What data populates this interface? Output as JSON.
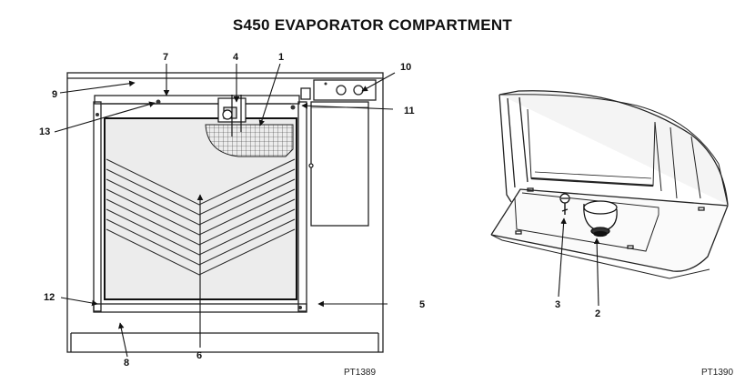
{
  "title": "S450 EVAPORATOR COMPARTMENT",
  "figure_codes": [
    "PT1389",
    "PT1390"
  ],
  "left_callouts": [
    "1",
    "4",
    "5",
    "6",
    "7",
    "8",
    "9",
    "10",
    "11",
    "12",
    "13"
  ],
  "right_callouts": [
    "2",
    "3"
  ]
}
